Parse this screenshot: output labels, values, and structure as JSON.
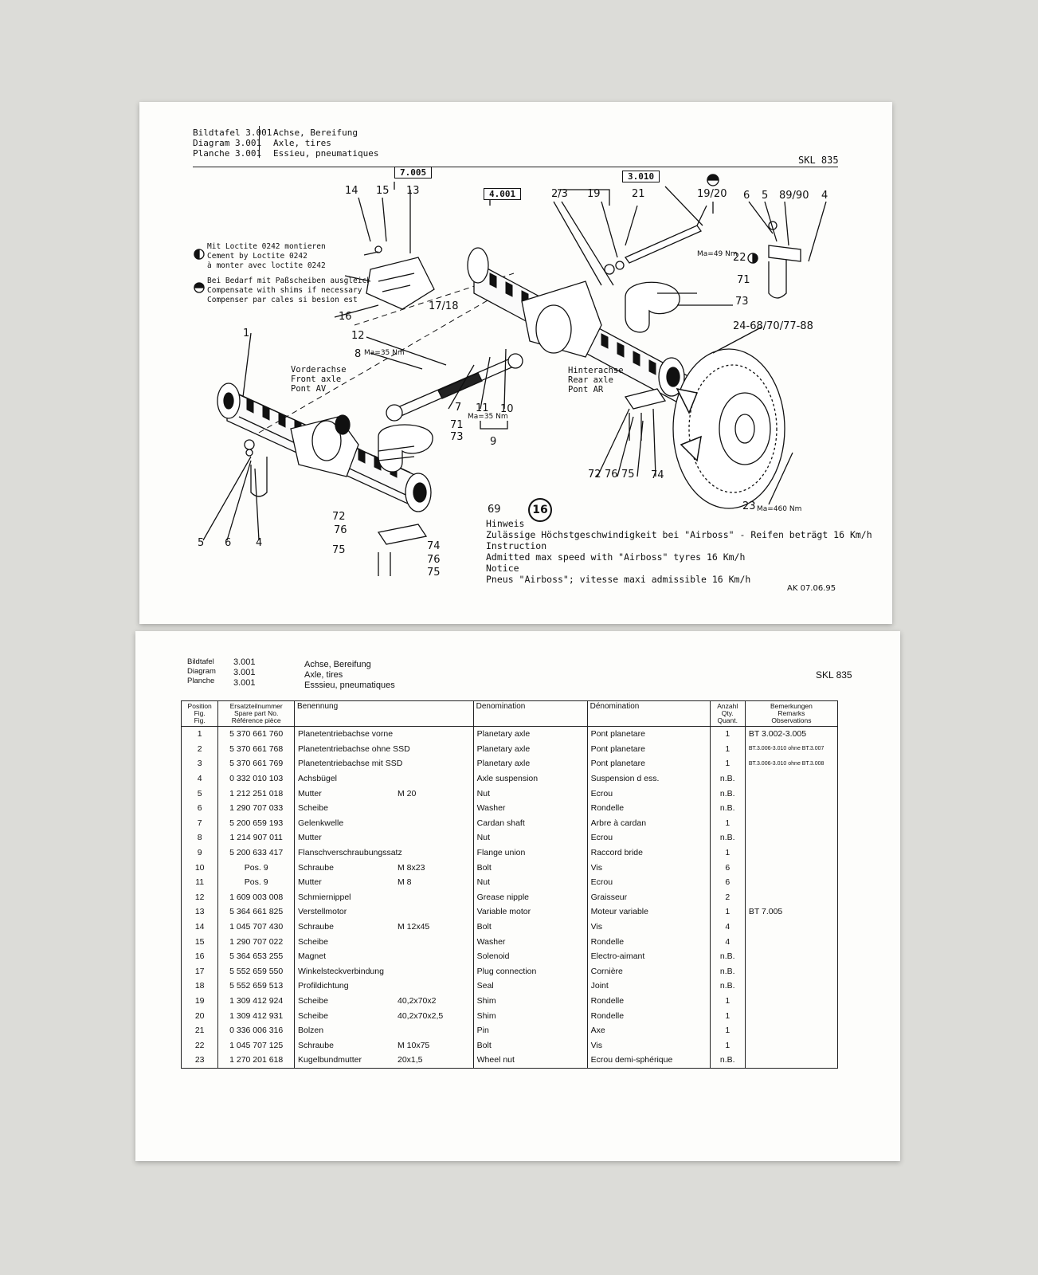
{
  "top_page": {
    "header": {
      "labels": [
        "Bildtafel 3.001",
        "Diagram 3.001",
        "Planche 3.001"
      ],
      "titles": [
        "Achse, Bereifung",
        "Axle, tires",
        "Essieu, pneumatiques"
      ],
      "model": "SKL 835"
    },
    "legend": {
      "loctite": [
        "Mit Loctite 0242 montieren",
        "Cement by Loctite 0242",
        "à monter avec loctite 0242"
      ],
      "shims": [
        "Bei Bedarf mit Paßscheiben ausgleichen",
        "Compensate with shims if necessary",
        "Compenser par cales si besion est"
      ]
    },
    "ref_boxes": [
      "7.005",
      "4.001",
      "3.010"
    ],
    "axle_labels": {
      "front": [
        "Vorderachse",
        "Front axle",
        "Pont AV"
      ],
      "rear": [
        "Hinterachse",
        "Rear axle",
        "Pont AR"
      ]
    },
    "callouts": [
      "14",
      "15",
      "13",
      "2/3",
      "19",
      "21",
      "19/20",
      "6",
      "5",
      "89/90",
      "4",
      "22",
      "71",
      "73",
      "24-68/70/77-88",
      "17/18",
      "16",
      "12",
      "8",
      "1",
      "7",
      "11",
      "10",
      "9",
      "71",
      "73",
      "72",
      "76",
      "75",
      "74",
      "23",
      "5",
      "6",
      "4",
      "72",
      "76",
      "74",
      "75",
      "76",
      "75",
      "69"
    ],
    "torques": [
      "Ma=35 Nm",
      "Ma=35 Nm",
      "Ma=49 Nm",
      "Ma=460 Nm"
    ],
    "circle_number": "16",
    "notes": [
      "Hinweis",
      "Zulässige Höchstgeschwindigkeit bei \"Airboss\" - Reifen beträgt 16 Km/h",
      "Instruction",
      "Admitted max speed with \"Airboss\" tyres 16 Km/h",
      "Notice",
      "Pneus \"Airboss\"; vitesse maxi admissible 16 Km/h"
    ],
    "footer": "AK 07.06.95"
  },
  "bottom_page": {
    "header": {
      "labels": [
        "Bildtafel",
        "Diagram",
        "Planche"
      ],
      "numbers": [
        "3.001",
        "3.001",
        "3.001"
      ],
      "titles": [
        "Achse, Bereifung",
        "Axle, tires",
        "Esssieu, pneumatiques"
      ],
      "model": "SKL 835"
    },
    "columns": {
      "position": [
        "Position",
        "Fig.",
        "Fig."
      ],
      "part_no": [
        "Ersatzteilnummer",
        "Spare part  No.",
        "Référence pièce"
      ],
      "benennung": "Benennung",
      "denomination_en": "Denomination",
      "denomination_fr": "Dénomination",
      "qty": [
        "Anzahl",
        "Qty.",
        "Quant."
      ],
      "remarks": [
        "Bemerkungen",
        "Remarks",
        "Observations"
      ]
    },
    "rows": [
      {
        "pos": "1",
        "part": "5 370 661 760",
        "de": "Planetentriebachse vorne",
        "spec": "",
        "en": "Planetary axle",
        "fr": "Pont planetare",
        "qty": "1",
        "rem": "BT 3.002-3.005"
      },
      {
        "pos": "2",
        "part": "5 370 661 768",
        "de": "Planetentriebachse ohne SSD",
        "spec": "",
        "en": "Planetary axle",
        "fr": "Pont planetare",
        "qty": "1",
        "rem": "BT.3.006-3.010 ohne BT.3.007"
      },
      {
        "pos": "3",
        "part": "5 370 661 769",
        "de": "Planetentriebachse  mit SSD",
        "spec": "",
        "en": "Planetary axle",
        "fr": "Pont planetare",
        "qty": "1",
        "rem": "BT.3.006-3.010 ohne BT.3.008"
      },
      {
        "pos": "4",
        "part": "0 332 010 103",
        "de": "Achsbügel",
        "spec": "",
        "en": "Axle suspension",
        "fr": "Suspension d ess.",
        "qty": "n.B.",
        "rem": ""
      },
      {
        "pos": "5",
        "part": "1 212 251 018",
        "de": "Mutter",
        "spec": "M 20",
        "en": "Nut",
        "fr": "Ecrou",
        "qty": "n.B.",
        "rem": ""
      },
      {
        "pos": "6",
        "part": "1 290 707 033",
        "de": "Scheibe",
        "spec": "",
        "en": "Washer",
        "fr": "Rondelle",
        "qty": "n.B.",
        "rem": ""
      },
      {
        "pos": "7",
        "part": "5 200 659 193",
        "de": "Gelenkwelle",
        "spec": "",
        "en": "Cardan shaft",
        "fr": "Arbre à cardan",
        "qty": "1",
        "rem": ""
      },
      {
        "pos": "8",
        "part": "1 214 907 011",
        "de": "Mutter",
        "spec": "",
        "en": "Nut",
        "fr": "Ecrou",
        "qty": "n.B.",
        "rem": ""
      },
      {
        "pos": "9",
        "part": "5 200 633 417",
        "de": "Flanschverschraubungssatz",
        "spec": "",
        "en": "Flange union",
        "fr": "Raccord bride",
        "qty": "1",
        "rem": ""
      },
      {
        "pos": "10",
        "part": "Pos. 9",
        "de": "Schraube",
        "spec": "M 8x23",
        "en": "Bolt",
        "fr": "Vis",
        "qty": "6",
        "rem": ""
      },
      {
        "pos": "11",
        "part": "Pos. 9",
        "de": "Mutter",
        "spec": "M 8",
        "en": "Nut",
        "fr": "Ecrou",
        "qty": "6",
        "rem": ""
      },
      {
        "pos": "12",
        "part": "1 609 003 008",
        "de": "Schmiernippel",
        "spec": "",
        "en": "Grease nipple",
        "fr": "Graisseur",
        "qty": "2",
        "rem": ""
      },
      {
        "pos": "13",
        "part": "5 364 661 825",
        "de": "Verstellmotor",
        "spec": "",
        "en": "Variable motor",
        "fr": "Moteur variable",
        "qty": "1",
        "rem": "BT 7.005"
      },
      {
        "pos": "14",
        "part": "1 045 707 430",
        "de": "Schraube",
        "spec": "M 12x45",
        "en": "Bolt",
        "fr": "Vis",
        "qty": "4",
        "rem": ""
      },
      {
        "pos": "15",
        "part": "1 290 707 022",
        "de": "Scheibe",
        "spec": "",
        "en": "Washer",
        "fr": "Rondelle",
        "qty": "4",
        "rem": ""
      },
      {
        "pos": "16",
        "part": "5 364 653 255",
        "de": "Magnet",
        "spec": "",
        "en": "Solenoid",
        "fr": "Electro-aimant",
        "qty": "n.B.",
        "rem": ""
      },
      {
        "pos": "17",
        "part": "5 552 659 550",
        "de": "Winkelsteckverbindung",
        "spec": "",
        "en": "Plug connection",
        "fr": "Cornière",
        "qty": "n.B.",
        "rem": ""
      },
      {
        "pos": "18",
        "part": "5 552 659 513",
        "de": "Profildichtung",
        "spec": "",
        "en": "Seal",
        "fr": "Joint",
        "qty": "n.B.",
        "rem": ""
      },
      {
        "pos": "19",
        "part": "1 309 412 924",
        "de": "Scheibe",
        "spec": "40,2x70x2",
        "en": "Shim",
        "fr": "Rondelle",
        "qty": "1",
        "rem": ""
      },
      {
        "pos": "20",
        "part": "1 309 412 931",
        "de": "Scheibe",
        "spec": "40,2x70x2,5",
        "en": "Shim",
        "fr": "Rondelle",
        "qty": "1",
        "rem": ""
      },
      {
        "pos": "21",
        "part": "0 336 006 316",
        "de": "Bolzen",
        "spec": "",
        "en": "Pin",
        "fr": "Axe",
        "qty": "1",
        "rem": ""
      },
      {
        "pos": "22",
        "part": "1 045 707 125",
        "de": "Schraube",
        "spec": "M 10x75",
        "en": "Bolt",
        "fr": "Vis",
        "qty": "1",
        "rem": ""
      },
      {
        "pos": "23",
        "part": "1 270 201 618",
        "de": "Kugelbundmutter",
        "spec": "20x1,5",
        "en": "Wheel nut",
        "fr": "Ecrou demi-sphérique",
        "qty": "n.B.",
        "rem": ""
      }
    ]
  }
}
